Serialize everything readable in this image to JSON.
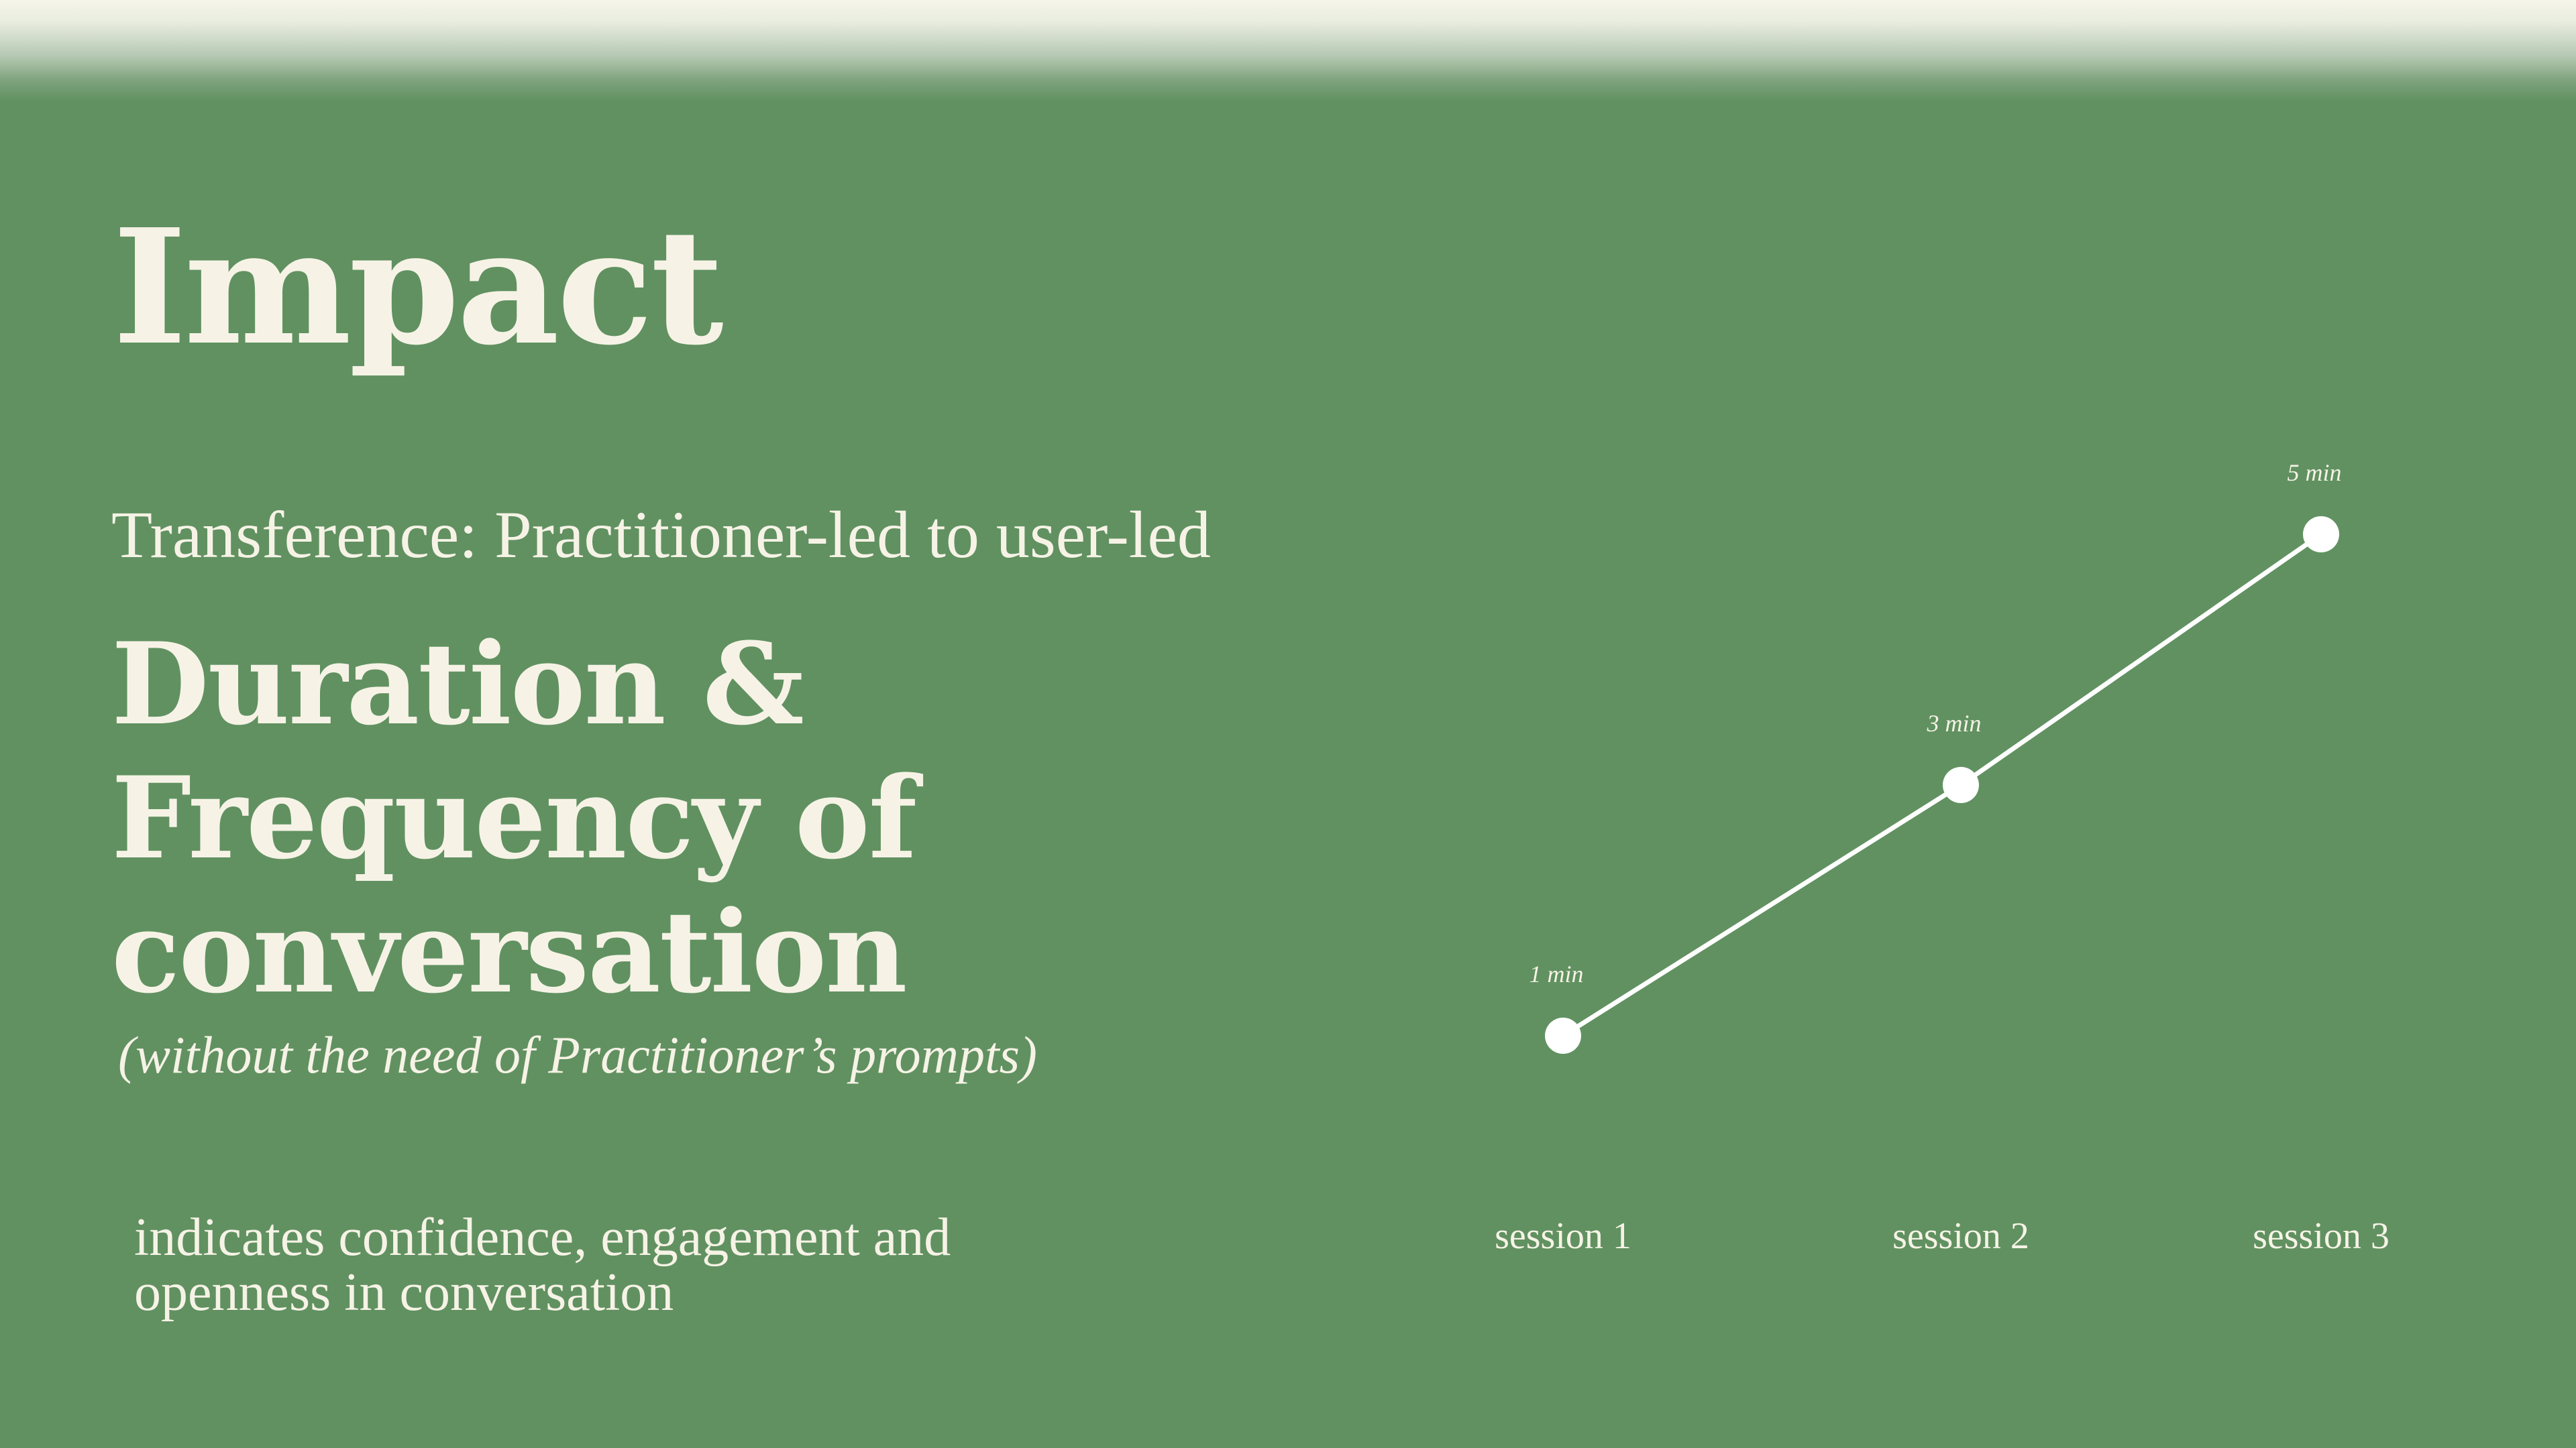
{
  "slide": {
    "title": "Impact",
    "subtitle": "Transference: Practitioner-led to user-led",
    "heading": "Duration & Frequency of conversation",
    "note": "(without the need of Practitioner’s prompts)",
    "caption": "indicates confidence, engagement and openness in conversation",
    "colors": {
      "background": "#619161",
      "text": "#f6f3e6",
      "line": "#ffffff"
    }
  },
  "chart_data": {
    "type": "line",
    "categories": [
      "session 1",
      "session 2",
      "session 3"
    ],
    "values": [
      1,
      3,
      5
    ],
    "data_labels": [
      "1 min",
      "3 min",
      "5 min"
    ],
    "title": "",
    "xlabel": "",
    "ylabel": "",
    "ylim": [
      1,
      5
    ],
    "grid": false,
    "legend": "none",
    "axes_visible": false
  }
}
